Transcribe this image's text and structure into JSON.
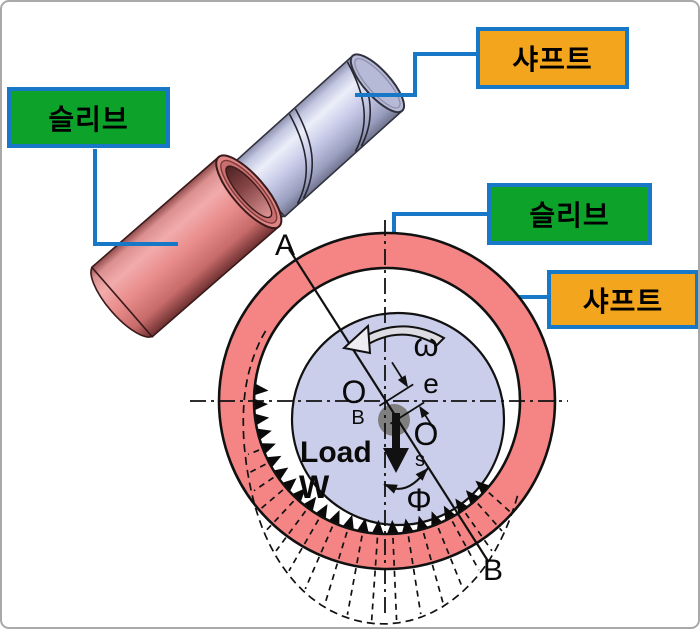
{
  "figure": {
    "callouts": {
      "sleeve_3d_label": "슬리브",
      "shaft_3d_label": "샤프트",
      "sleeve_section_label": "슬리브",
      "shaft_section_label": "샤프트"
    },
    "annotations": {
      "point_a": "A",
      "point_b": "B",
      "omega": "ω",
      "eccentricity": "e",
      "bearing_center": "O",
      "bearing_center_sub": "B",
      "shaft_center": "O",
      "shaft_center_sub": "s",
      "load_word": "Load",
      "load_symbol": "W",
      "attitude_angle": "Φ"
    },
    "colors": {
      "callout_line_blue": "#1778C8",
      "label_green": "#0DA32B",
      "label_orange": "#F2A51D",
      "sleeve_pink": "#F58585",
      "shaft_lavender": "#CBCEEA",
      "center_gray": "#7F7F7F"
    }
  }
}
